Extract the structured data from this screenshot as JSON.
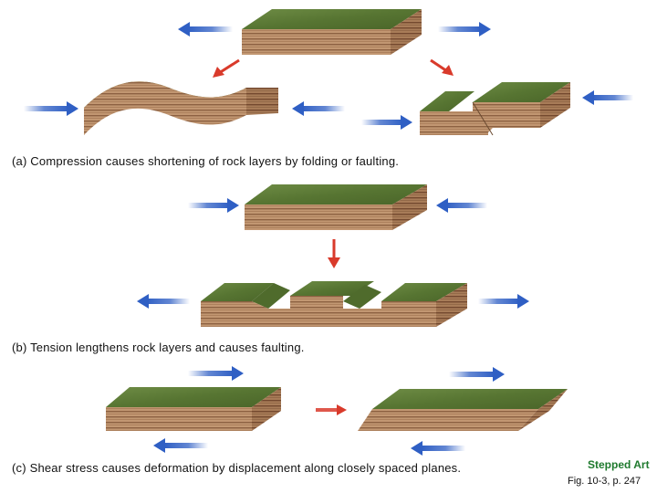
{
  "captions": {
    "a": "(a) Compression causes shortening of rock layers by folding or faulting.",
    "b": "(b) Tension lengthens rock layers and causes faulting.",
    "c": "(c) Shear stress causes deformation by displacement along closely spaced planes."
  },
  "credit": {
    "stepped_art": "Stepped Art",
    "figure_ref": "Fig. 10-3, p. 247"
  },
  "colors": {
    "force_arrow": "#2f5fc4",
    "transition_arrow": "#d93a2b",
    "grass": "#5b7a37",
    "rock_stripe_light": "#c9a27c",
    "rock_stripe_dark": "#8a5f40",
    "credit_green": "#1f7a2e"
  }
}
